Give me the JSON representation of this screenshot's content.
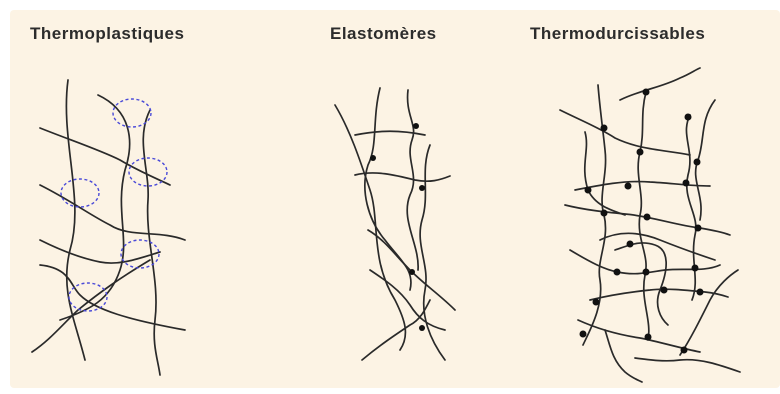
{
  "panels": [
    {
      "title": "Thermoplastiques"
    },
    {
      "title": "Elastomères"
    },
    {
      "title": "Thermodurcissables"
    }
  ],
  "colors": {
    "background": "#fcf3e4",
    "chain": "#2a2a2a",
    "crosslink": "#111111",
    "entanglement": "#4a4ad8"
  }
}
